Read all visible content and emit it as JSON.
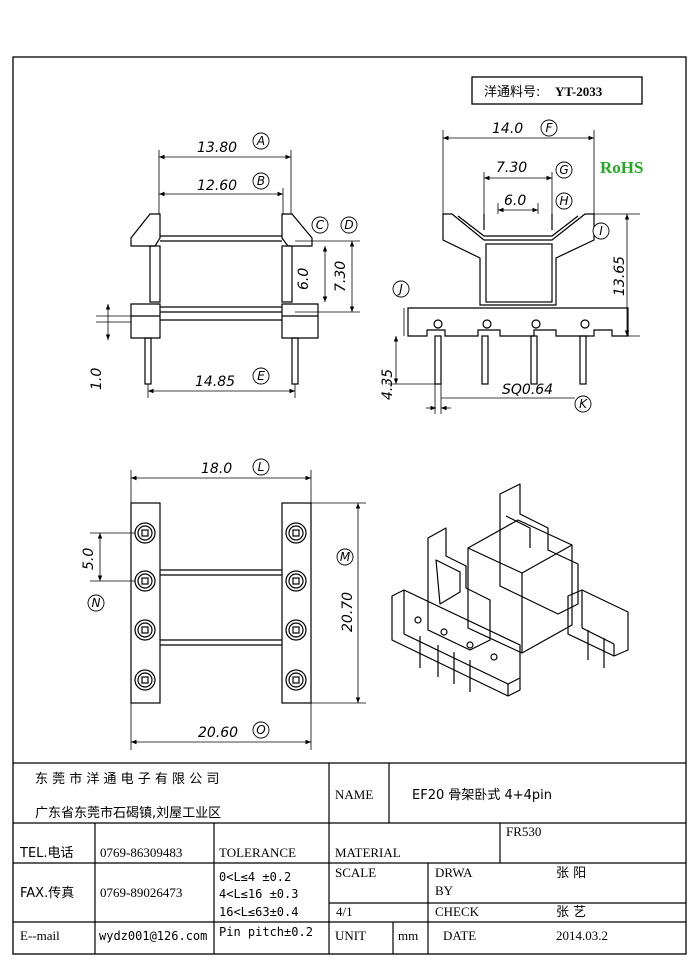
{
  "part_number_label": "洋通料号:",
  "part_number": "YT-2033",
  "rohs": "RoHS",
  "colors": {
    "rohs": "#22aa22",
    "line": "#000000"
  },
  "front_view": {
    "dims": [
      "13.80",
      "12.60",
      "6.0",
      "7.30",
      "1.0",
      "14.85"
    ],
    "markers": [
      "A",
      "B",
      "C",
      "D",
      "E"
    ]
  },
  "side_view": {
    "dims": [
      "14.0",
      "7.30",
      "6.0",
      "13.65",
      "4.35",
      "SQ0.64"
    ],
    "markers": [
      "F",
      "G",
      "H",
      "I",
      "J",
      "K"
    ]
  },
  "bottom_view": {
    "dims": [
      "18.0",
      "5.0",
      "20.70",
      "20.60"
    ],
    "markers": [
      "L",
      "N",
      "M",
      "O"
    ]
  },
  "title_block": {
    "company": "东 莞 市 洋 通 电 子 有 限 公 司",
    "address": "广东省东莞市石碣镇,刘屋工业区",
    "name_label": "NAME",
    "name_value": "EF20 骨架卧式 4+4pin",
    "tel_label": "TEL.电话",
    "tel_value": "0769-86309483",
    "fax_label": "FAX.传真",
    "fax_value": "0769-89026473",
    "email_label": "E--mail",
    "email_value": "wydz001@126.com",
    "tolerance_label": "TOLERANCE",
    "tolerance_lines": [
      "0<L≤4   ±0.2",
      "4<L≤16  ±0.3",
      "16<L≤63±0.4",
      "Pin pitch±0.2"
    ],
    "material_label": "MATERIAL",
    "material_value": "FR530",
    "scale_label": "SCALE",
    "scale_value": "4/1",
    "drawn_label_1": "DRWA",
    "drawn_label_2": "BY",
    "drawn_value": "张 阳",
    "check_label": "CHECK",
    "check_value": "张 艺",
    "unit_label": "UNIT",
    "unit_value": "mm",
    "date_label": "DATE",
    "date_value": "2014.03.2"
  }
}
